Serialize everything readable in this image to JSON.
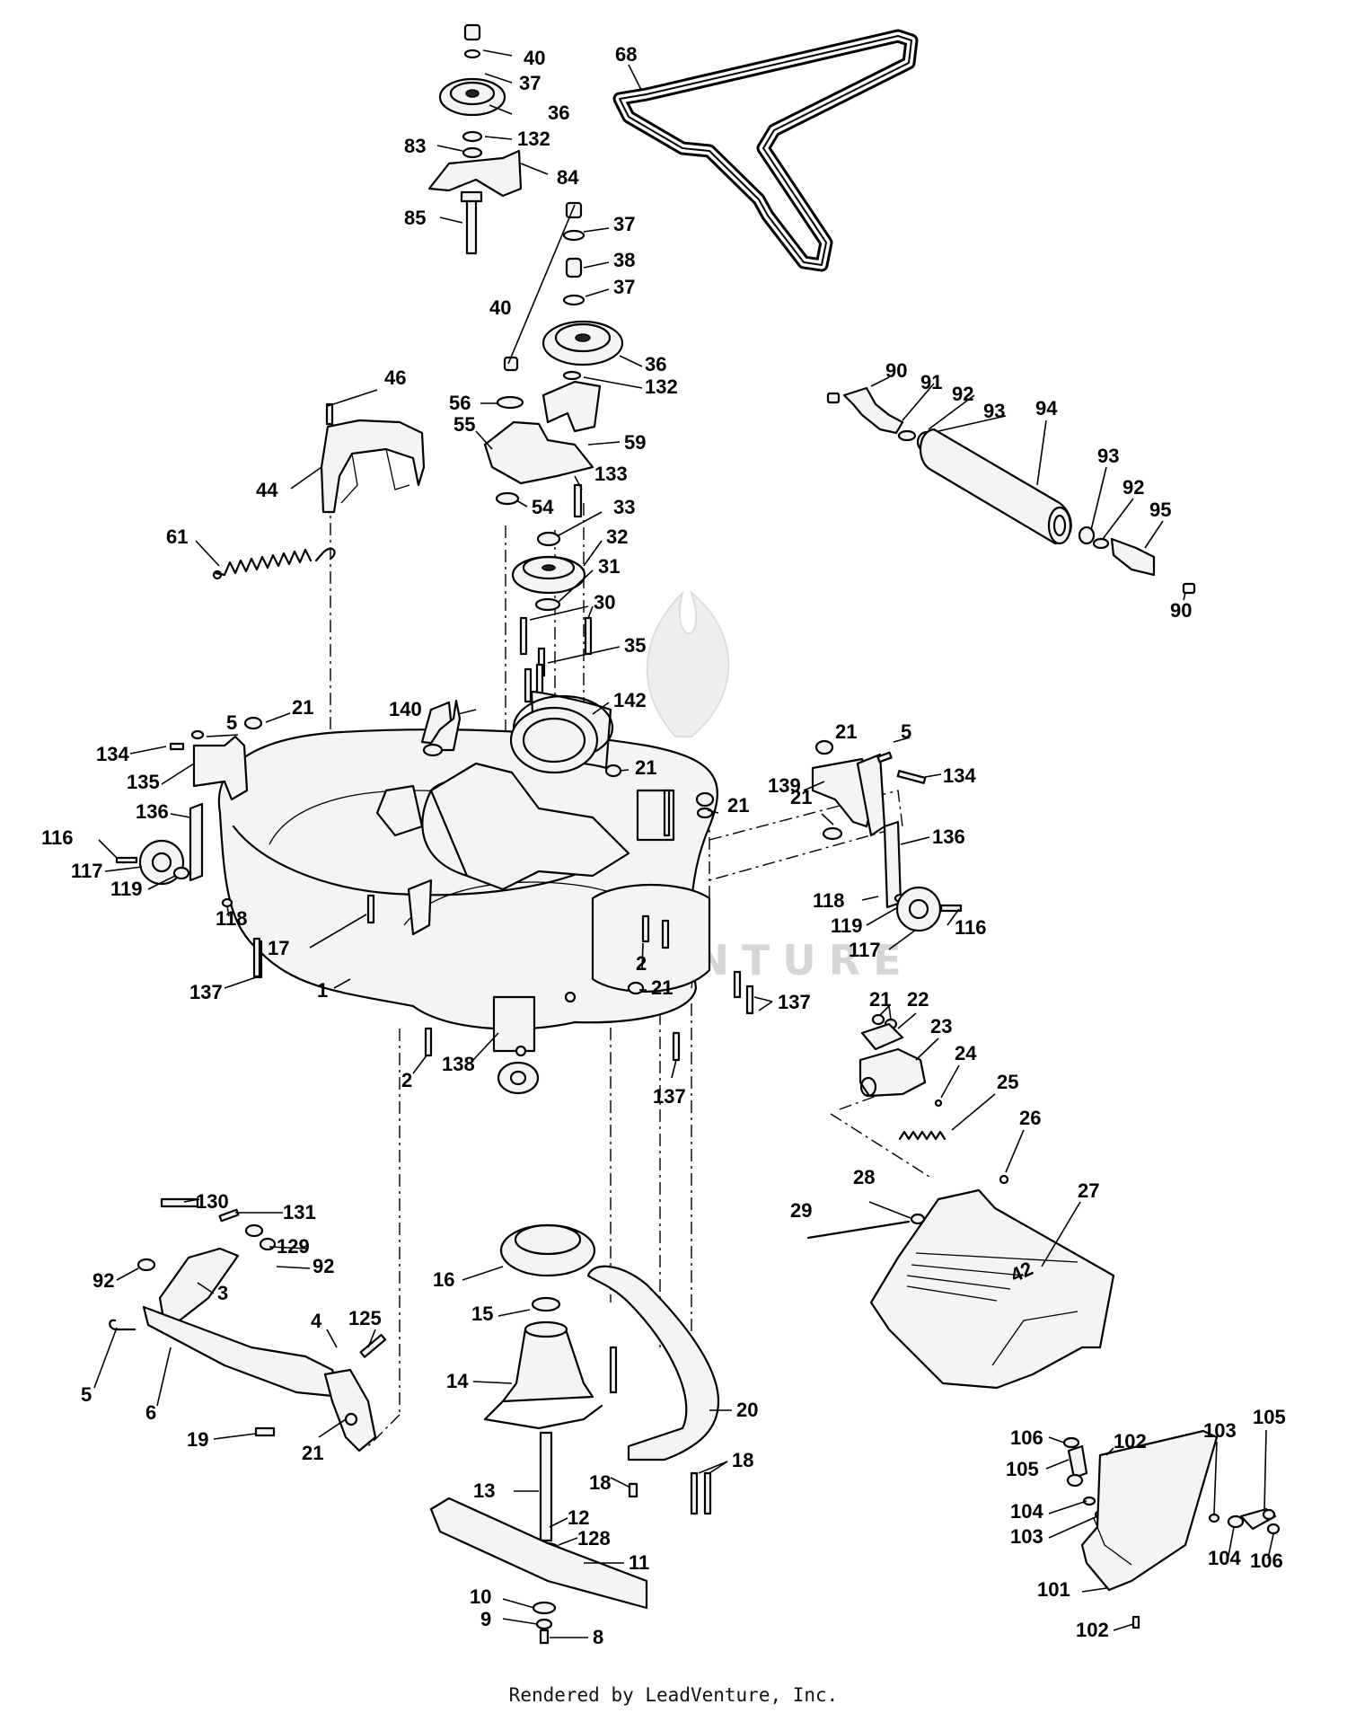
{
  "footer": {
    "text": "Rendered by LeadVenture, Inc."
  },
  "watermark": {
    "text": "LEADVENTURE"
  },
  "callouts": {
    "c40a": "40",
    "c37a": "37",
    "c36a": "36",
    "c132a": "132",
    "c83": "83",
    "c84": "84",
    "c85": "85",
    "c68": "68",
    "c37b": "37",
    "c38": "38",
    "c37c": "37",
    "c40b": "40",
    "c36b": "36",
    "c132b": "132",
    "c46": "46",
    "c44": "44",
    "c56": "56",
    "c55": "55",
    "c59": "59",
    "c133": "133",
    "c54": "54",
    "c61": "61",
    "c33": "33",
    "c32": "32",
    "c31": "31",
    "c30": "30",
    "c35": "35",
    "c90a": "90",
    "c91": "91",
    "c92a": "92",
    "c93a": "93",
    "c94": "94",
    "c93b": "93",
    "c92b": "92",
    "c95": "95",
    "c90b": "90",
    "c140": "140",
    "c142": "142",
    "c21a": "21",
    "c5a": "5",
    "c134a": "134",
    "c135": "135",
    "c136a": "136",
    "c116a": "116",
    "c117a": "117",
    "c119a": "119",
    "c118a": "118",
    "c21b": "21",
    "c21c": "21",
    "c21d": "21",
    "c5b": "5",
    "c139": "139",
    "c134b": "134",
    "c136b": "136",
    "c118b": "118",
    "c119b": "119",
    "c117b": "117",
    "c116b": "116",
    "c17": "17",
    "c137a": "137",
    "c1": "1",
    "c2a": "2",
    "c21e": "21",
    "c137b": "137",
    "c2b": "2",
    "c138": "138",
    "c137c": "137",
    "c21f": "21",
    "c22": "22",
    "c23": "23",
    "c24": "24",
    "c25": "25",
    "c26": "26",
    "c27": "27",
    "c28": "28",
    "c29": "29",
    "c130": "130",
    "c131": "131",
    "c129": "129",
    "c92c": "92",
    "c92d": "92",
    "c3": "3",
    "c4": "4",
    "c125": "125",
    "c5c": "5",
    "c6": "6",
    "c19": "19",
    "c21g": "21",
    "c16": "16",
    "c15": "15",
    "c14": "14",
    "c20": "20",
    "c18a": "18",
    "c18b": "18",
    "c13": "13",
    "c12": "12",
    "c128": "128",
    "c11": "11",
    "c10": "10",
    "c9": "9",
    "c8": "8",
    "c106a": "106",
    "c105a": "105",
    "c102a": "102",
    "c103a": "103",
    "c105b": "105",
    "c104a": "104",
    "c103b": "103",
    "c104b": "104",
    "c106b": "106",
    "c101": "101",
    "c102b": "102",
    "deflector_badge": "42"
  }
}
